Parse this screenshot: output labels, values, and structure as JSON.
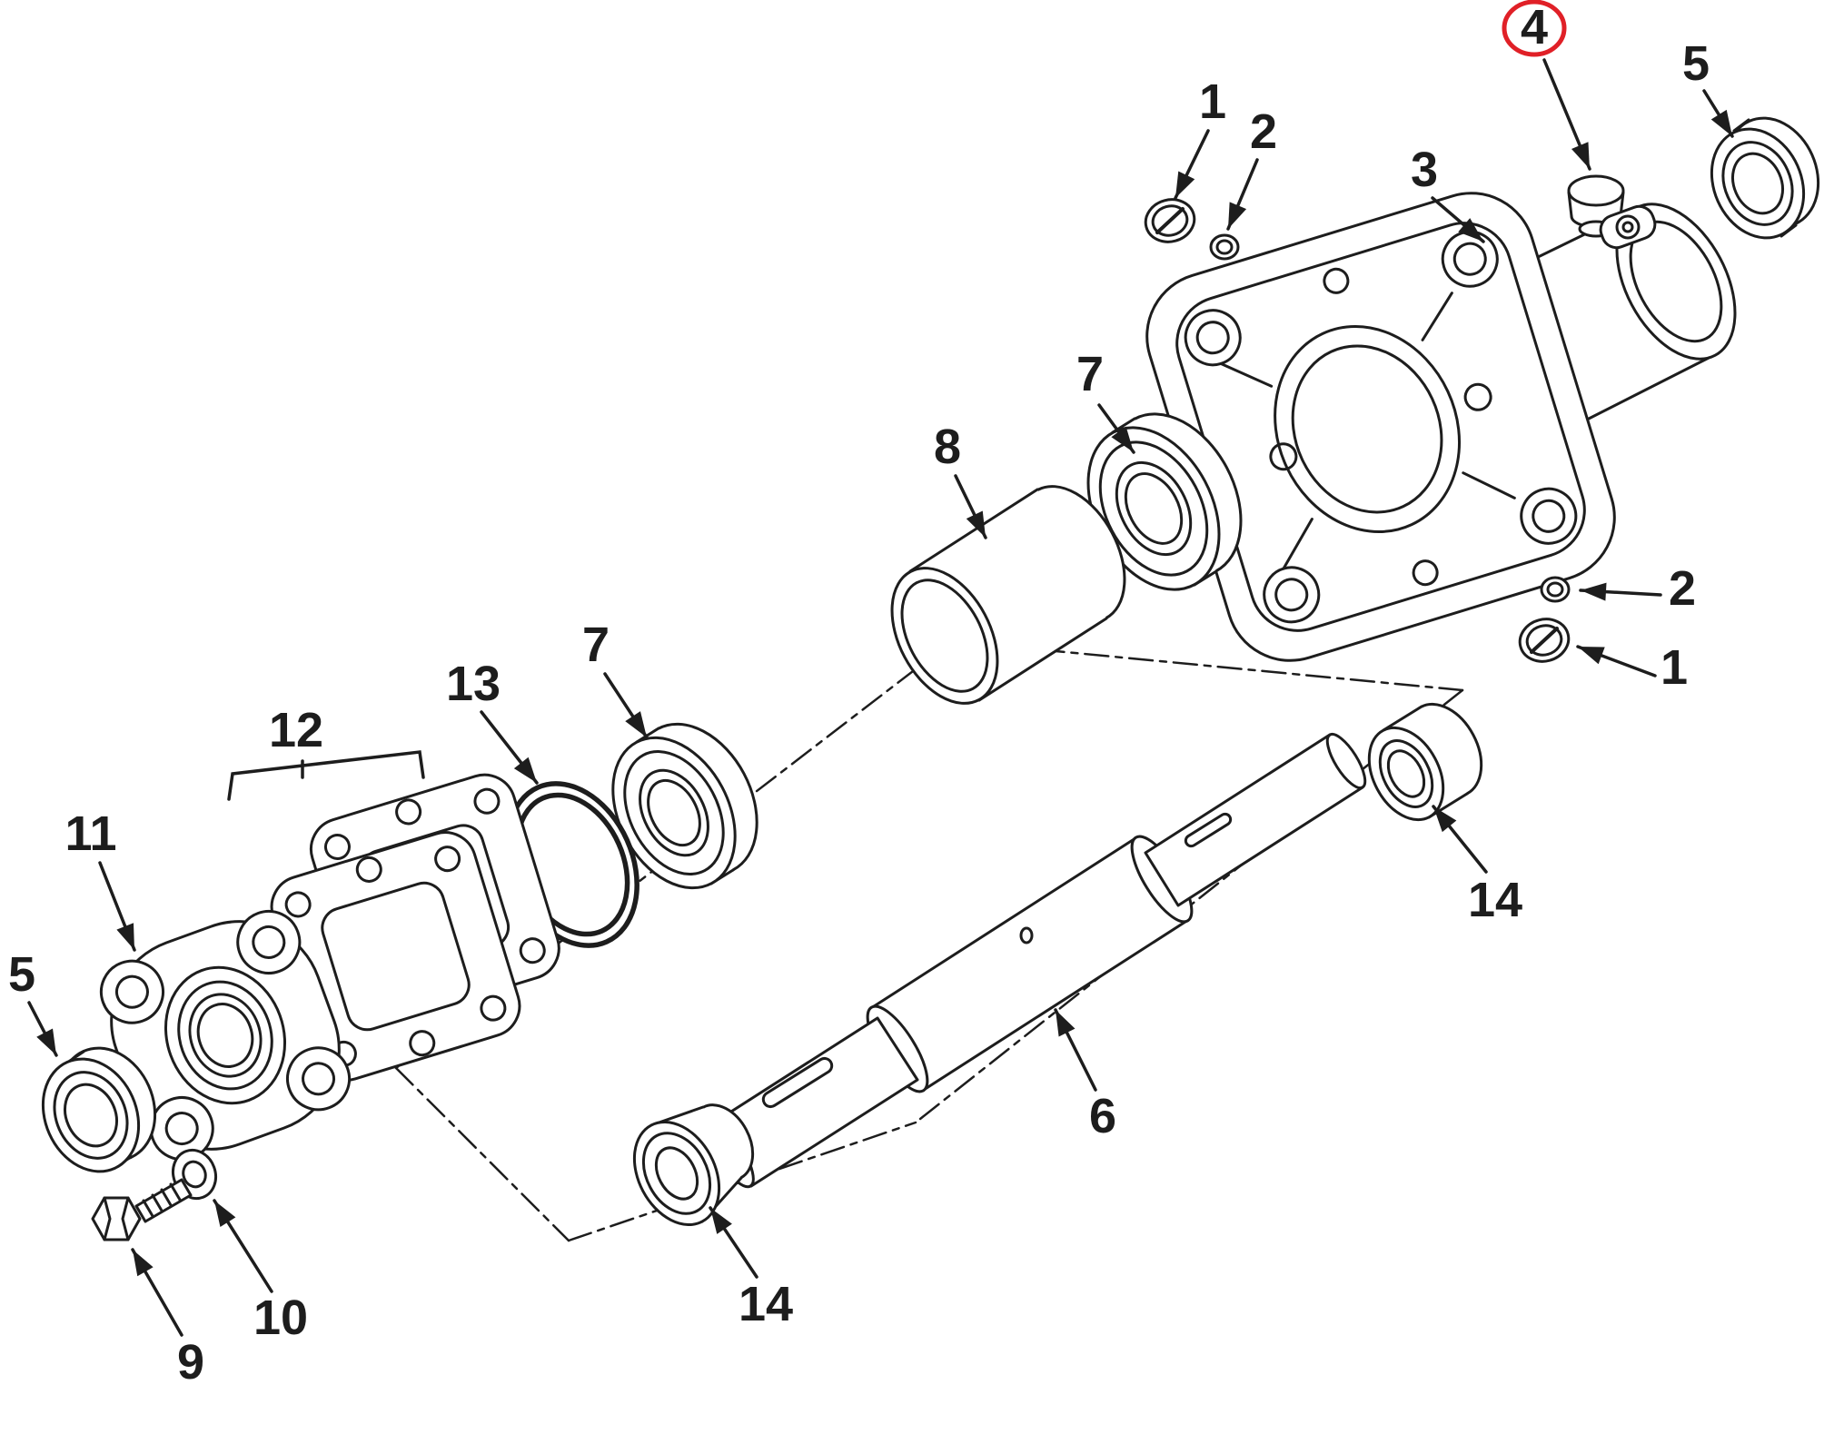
{
  "diagram": {
    "type": "exploded-parts-view",
    "background_color": "#ffffff",
    "line_color": "#1d1d1d",
    "highlight_color": "#e02027",
    "callouts": [
      {
        "label": "1",
        "highlighted": false
      },
      {
        "label": "2",
        "highlighted": false
      },
      {
        "label": "3",
        "highlighted": false
      },
      {
        "label": "4",
        "highlighted": true
      },
      {
        "label": "5",
        "highlighted": false
      },
      {
        "label": "7",
        "highlighted": false
      },
      {
        "label": "8",
        "highlighted": false
      },
      {
        "label": "2",
        "highlighted": false
      },
      {
        "label": "1",
        "highlighted": false
      },
      {
        "label": "12",
        "highlighted": false
      },
      {
        "label": "13",
        "highlighted": false
      },
      {
        "label": "7",
        "highlighted": false
      },
      {
        "label": "11",
        "highlighted": false
      },
      {
        "label": "5",
        "highlighted": false
      },
      {
        "label": "6",
        "highlighted": false
      },
      {
        "label": "14",
        "highlighted": false
      },
      {
        "label": "14",
        "highlighted": false
      },
      {
        "label": "10",
        "highlighted": false
      },
      {
        "label": "9",
        "highlighted": false
      }
    ]
  }
}
